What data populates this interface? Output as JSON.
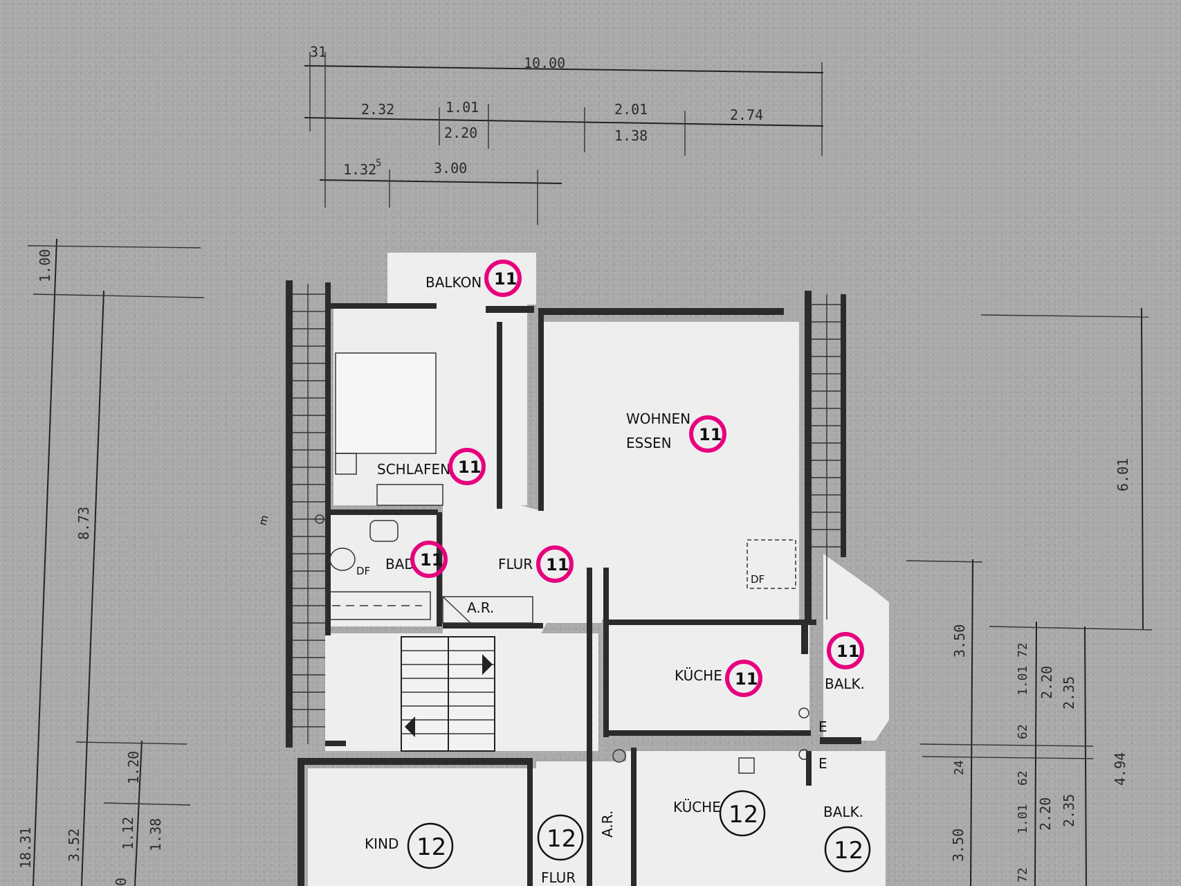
{
  "dimensions": {
    "top": [
      "31",
      "10.00",
      "2.32",
      "1.01",
      "2.20",
      "2.01",
      "1.38",
      "2.74",
      "1.32",
      "5",
      "3.00"
    ],
    "left": [
      "1.00",
      "8.73",
      "18.31",
      "3.52",
      "1.20",
      "1.12",
      "1.38",
      "0"
    ],
    "right": [
      "6.01",
      "3.50",
      "72",
      "1.01",
      "2.20",
      "2.35",
      "62",
      "24",
      "4.94",
      "62",
      "1.01",
      "2.20",
      "2.35",
      "3.50",
      "72"
    ]
  },
  "rooms": {
    "balkon": "BALKON",
    "wohnen": "WOHNEN",
    "essen": "ESSEN",
    "schlafen": "SCHLAFEN",
    "bad": "BAD",
    "flur": "FLUR",
    "ar": "A.R.",
    "kueche": "KÜCHE",
    "balk": "BALK.",
    "df1": "DF",
    "df2": "DF",
    "e1": "E",
    "e2": "E",
    "m": "m"
  },
  "lower_floor": {
    "kind": "KIND",
    "flur": "FLUR",
    "ar": "A.R.",
    "kueche": "KÜCHE",
    "balk": "BALK."
  },
  "markers": {
    "upper": [
      "11",
      "11",
      "11",
      "11",
      "11",
      "11",
      "11"
    ],
    "lower": [
      "12",
      "12",
      "12",
      "12"
    ],
    "marker_color": "#e6007e"
  }
}
